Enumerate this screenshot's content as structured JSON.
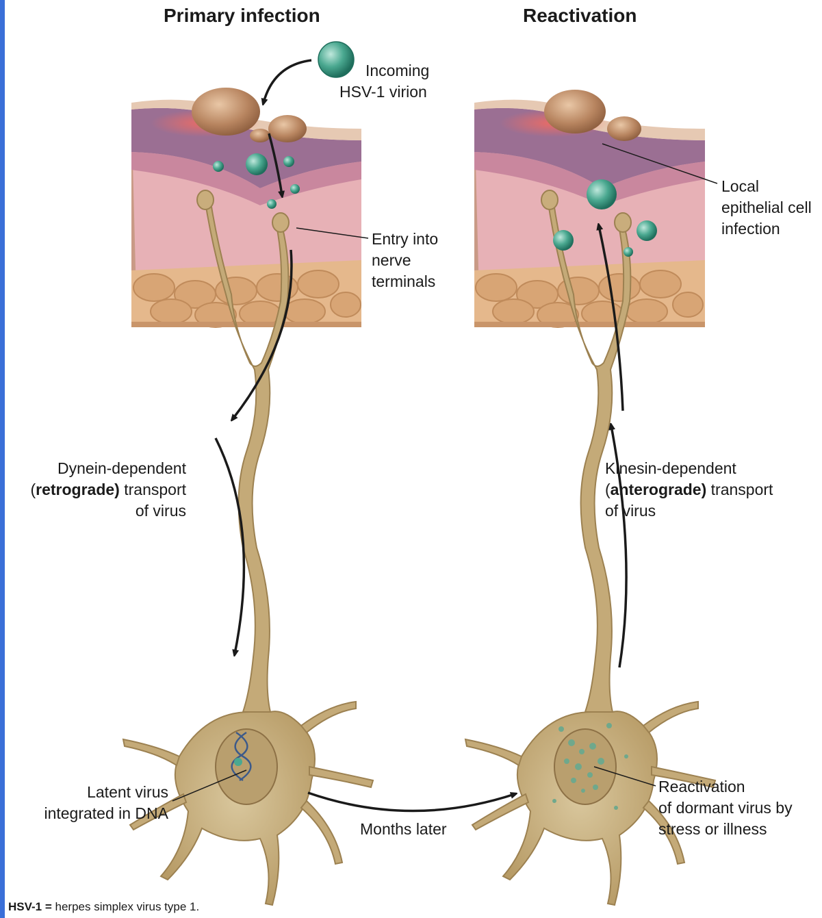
{
  "titles": {
    "left": "Primary infection",
    "right": "Reactivation"
  },
  "labels": {
    "incoming": [
      "Incoming",
      "HSV-1 virion"
    ],
    "entry": [
      "Entry into",
      "nerve",
      "terminals"
    ],
    "local": [
      "Local",
      "epithelial cell",
      "infection"
    ],
    "retro": {
      "line1": "Dynein-dependent",
      "open_paren": "(",
      "bold": "retrograde)",
      "rest": " transport",
      "line3": "of virus"
    },
    "antero": {
      "line1": "Kinesin-dependent",
      "open_paren": "(",
      "bold": "anterograde)",
      "rest": " transport",
      "line3": "of virus"
    },
    "latent": [
      "Latent virus",
      "integrated in DNA"
    ],
    "months": "Months later",
    "react": [
      "Reactivation",
      "of dormant virus by",
      "stress or illness"
    ]
  },
  "footnote": {
    "abbr": "HSV-1 =",
    "text": " herpes simplex virus type 1."
  },
  "colors": {
    "accent_bar": "#3a6fd8",
    "skin_top": "#d9a9a4",
    "dermis": "#e3a3ad",
    "fat": "#dcb389",
    "neuron": "#c4aa78",
    "virion": "#4aa890",
    "arrow": "#1a1a1a"
  }
}
